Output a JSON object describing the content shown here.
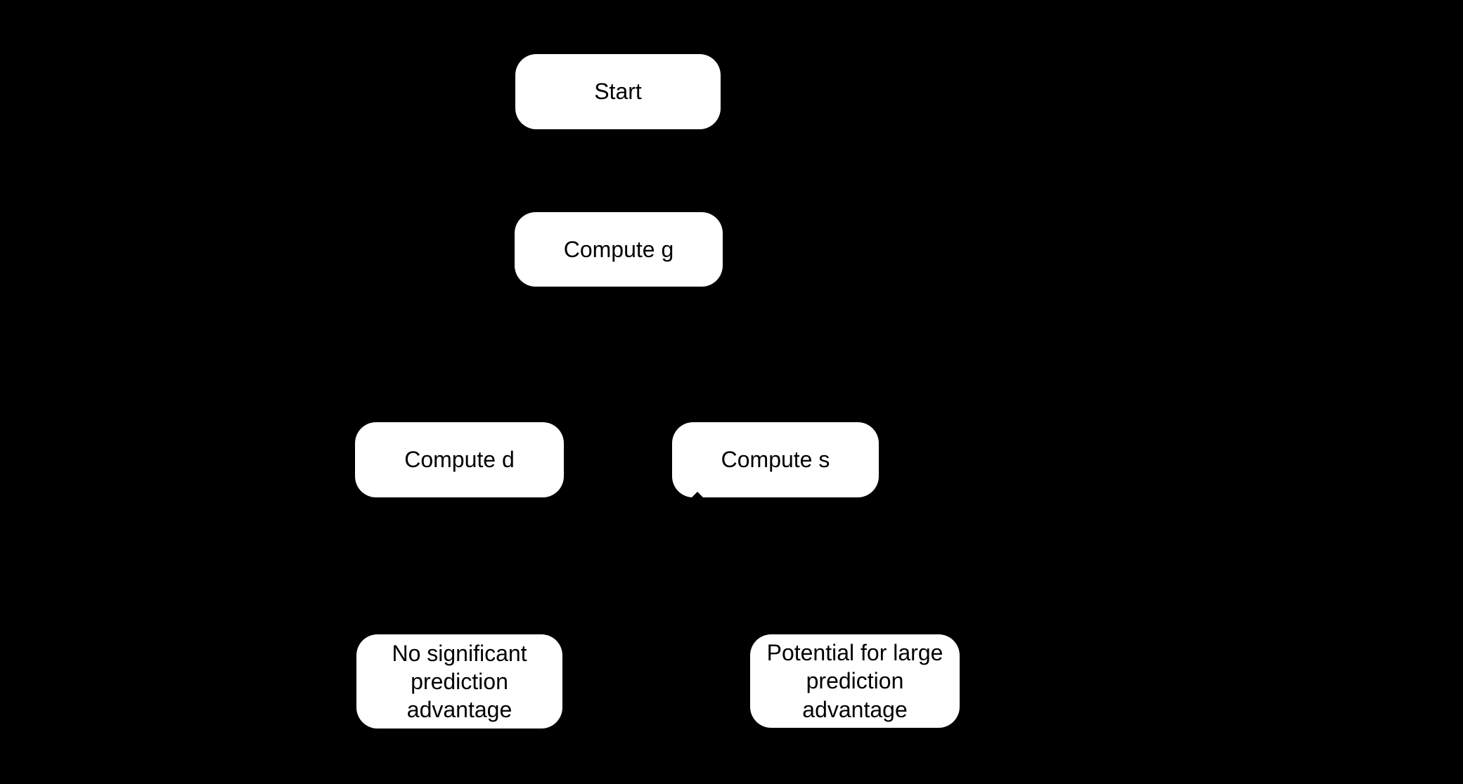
{
  "diagram": {
    "background_color": "#000000",
    "node_fill_color": "#ffffff",
    "node_text_color": "#000000",
    "nodes": [
      {
        "id": "start",
        "label": "Start"
      },
      {
        "id": "compute-g",
        "label": "Compute g"
      },
      {
        "id": "compute-d",
        "label": "Compute d"
      },
      {
        "id": "compute-s",
        "label": "Compute s"
      },
      {
        "id": "no-advantage",
        "label": "No significant\nprediction\nadvantage"
      },
      {
        "id": "potential-advantage",
        "label": "Potential for large\nprediction\nadvantage"
      }
    ]
  }
}
